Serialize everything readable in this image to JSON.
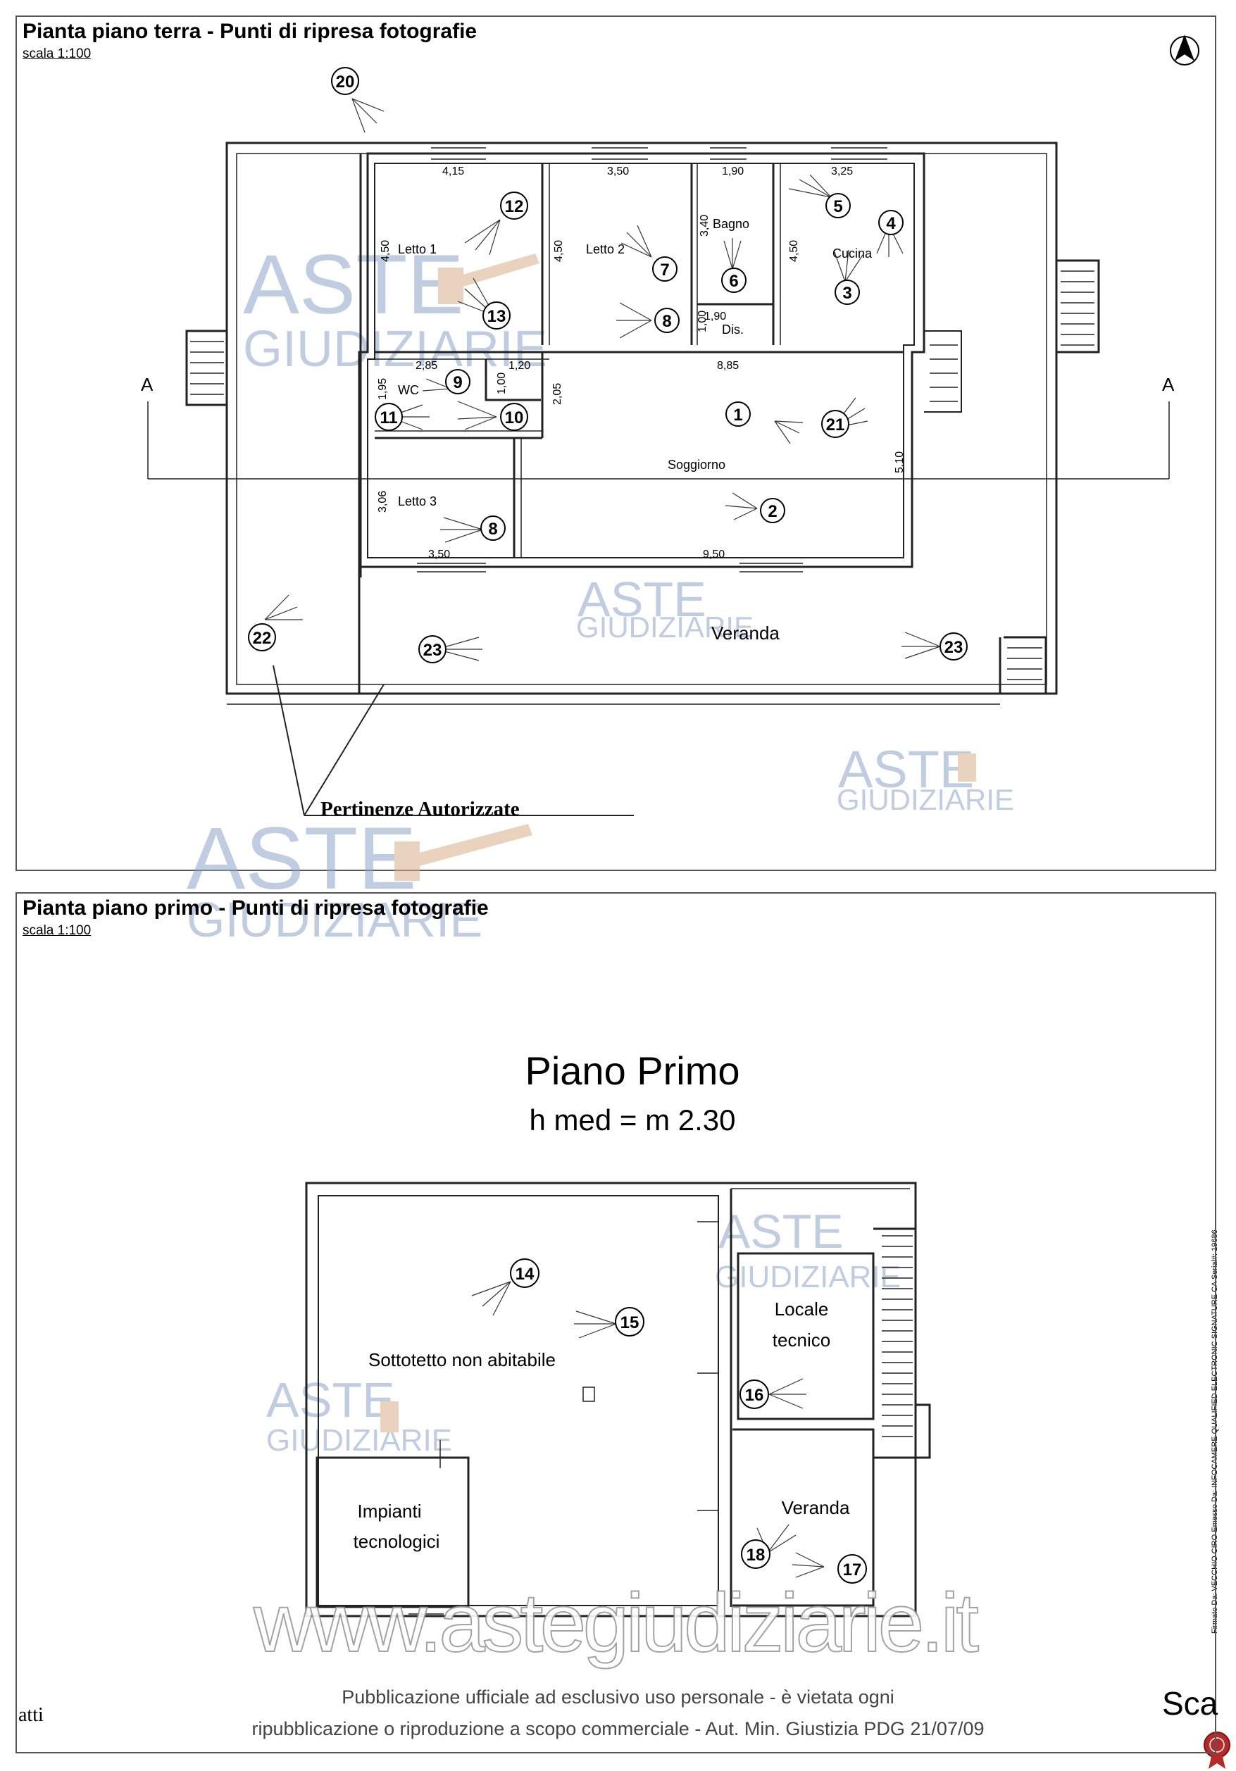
{
  "colors": {
    "walls": "#222222",
    "watermark": "#8ea3c8",
    "gavel": "#d9b089",
    "footer": "#444444",
    "seal": "#b52a2a"
  },
  "ground_floor": {
    "title": "Pianta piano terra - Punti di ripresa fotografie",
    "scale": "scala 1:100",
    "rooms": {
      "letto1": "Letto 1",
      "letto2": "Letto 2",
      "bagno": "Bagno",
      "cucina": "Cucina",
      "dis": "Dis.",
      "wc": "WC",
      "soggiorno": "Soggiorno",
      "letto3": "Letto 3",
      "veranda": "Veranda"
    },
    "dimensions": {
      "d415": "4,15",
      "d350a": "3,50",
      "d190a": "1,90",
      "d325": "3,25",
      "d450a": "4,50",
      "d450b": "4,50",
      "d340": "3,40",
      "d450c": "4,50",
      "d190b": "1,90",
      "d100a": "1,00",
      "d285": "2,85",
      "d120": "1,20",
      "d100b": "1,00",
      "d885": "8,85",
      "d195": "1,95",
      "d205": "2,05",
      "d510": "5,10",
      "d306": "3,06",
      "d350b": "3,50",
      "d950": "9,50"
    },
    "section_marks": {
      "left": "A",
      "right": "A"
    },
    "pertinenze": "Pertinenze Autorizzate",
    "photo_points": {
      "p1": "1",
      "p2": "2",
      "p3": "3",
      "p4": "4",
      "p5": "5",
      "p6": "6",
      "p7": "7",
      "p8a": "8",
      "p8b": "8",
      "p9": "9",
      "p10": "10",
      "p11": "11",
      "p12": "12",
      "p13": "13",
      "p20": "20",
      "p21": "21",
      "p22": "22",
      "p23a": "23",
      "p23b": "23"
    },
    "north_arrow_icon": "compass-icon"
  },
  "first_floor": {
    "title": "Pianta piano primo - Punti di ripresa fotografie",
    "scale": "scala 1:100",
    "heading": "Piano Primo",
    "subheading": "h med = m 2.30",
    "rooms": {
      "sottotetto": "Sottotetto non abitabile",
      "locale_line1": "Locale",
      "locale_line2": "tecnico",
      "impianti_line1": "Impianti",
      "impianti_line2": "tecnologici",
      "veranda": "Veranda"
    },
    "photo_points": {
      "p14": "14",
      "p15": "15",
      "p16": "16",
      "p17": "17",
      "p18": "18"
    }
  },
  "watermark": {
    "aste": "ASTE",
    "giudiziarie": "GIUDIZIARIE",
    "website": "www.astegiudiziarie.it"
  },
  "footer": {
    "line1": "Pubblicazione ufficiale ad esclusivo uso personale - è vietata ogni",
    "line2": "ripubblicazione o riproduzione a scopo commerciale - Aut. Min. Giustizia PDG 21/07/09"
  },
  "side_text": "Firmato Da: VECCHIO CIRO Emesso Da: INFOCAMERE QUALIFIED ELECTRONIC SIGNATURE CA Serial#: 19686",
  "edge_fragments": {
    "left": "atti",
    "right": "Sca"
  },
  "seal_icon": "rosette-seal-icon"
}
